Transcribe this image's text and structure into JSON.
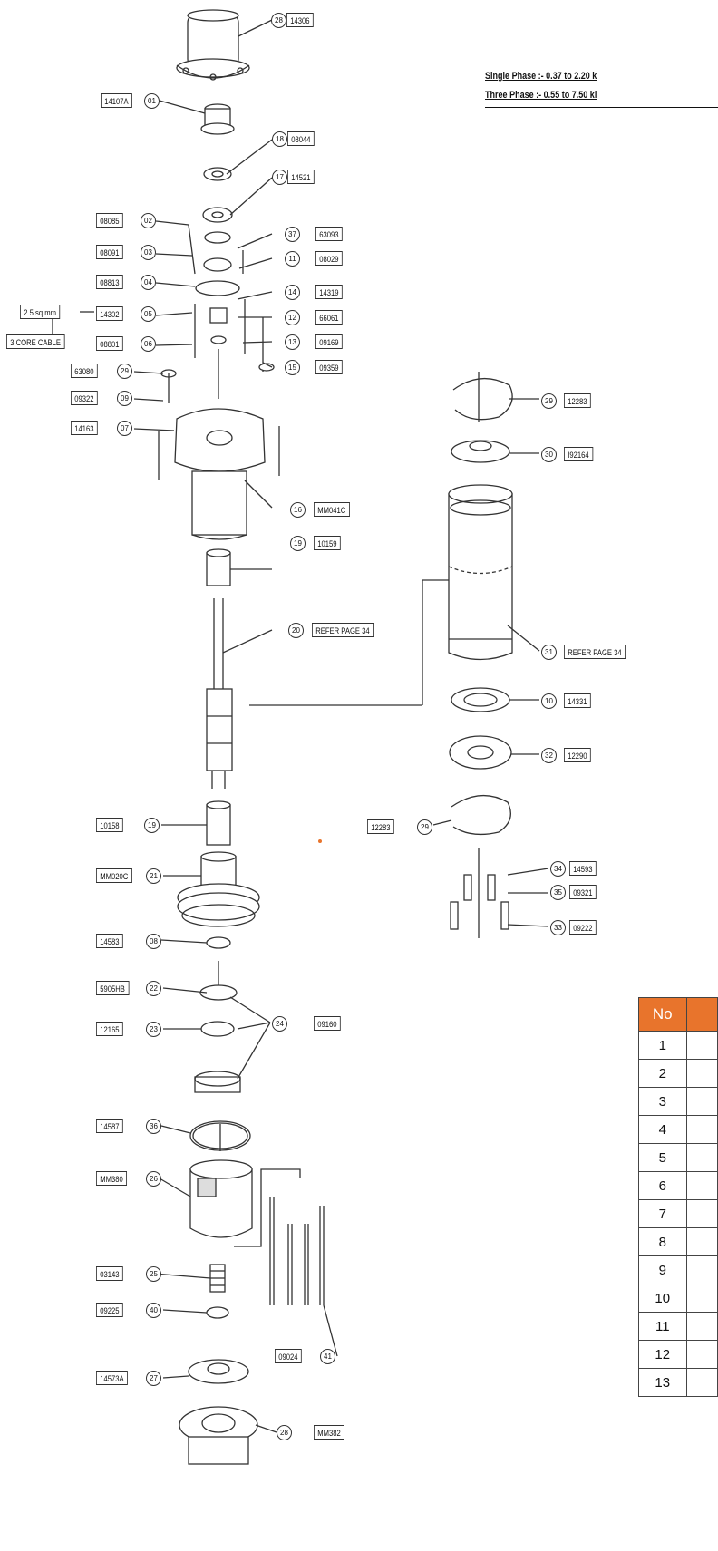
{
  "header": {
    "single_phase": "Single Phase :- 0.37 to 2.20 k",
    "three_phase": "Three Phase :- 0.55 to 7.50 kl"
  },
  "labels": [
    {
      "name": "code-14306",
      "code": "14306"
    },
    {
      "name": "code-14107a",
      "code": "14107A"
    },
    {
      "name": "code-08044",
      "code": "08044"
    },
    {
      "name": "code-14521",
      "code": "14521"
    },
    {
      "name": "code-08085",
      "code": "08085"
    },
    {
      "name": "code-08091",
      "code": "08091"
    },
    {
      "name": "code-08813",
      "code": "08813"
    },
    {
      "name": "cable-size",
      "code": "2.5 sq mm"
    },
    {
      "name": "code-14302",
      "code": "14302"
    },
    {
      "name": "cable-type",
      "code": "3 CORE CABLE"
    },
    {
      "name": "code-08801",
      "code": "08801"
    },
    {
      "name": "code-63080",
      "code": "63080"
    },
    {
      "name": "code-09322",
      "code": "09322"
    },
    {
      "name": "code-14163",
      "code": "14163"
    },
    {
      "name": "code-63093",
      "code": "63093"
    },
    {
      "name": "code-08029",
      "code": "08029"
    },
    {
      "name": "code-14319",
      "code": "14319"
    },
    {
      "name": "code-66061",
      "code": "66061"
    },
    {
      "name": "code-09169",
      "code": "09169"
    },
    {
      "name": "code-09359",
      "code": "09359"
    },
    {
      "name": "code-mm041c",
      "code": "MM041C"
    },
    {
      "name": "code-10159",
      "code": "10159"
    },
    {
      "name": "refer-page-34-a",
      "code": "REFER PAGE 34"
    },
    {
      "name": "code-12283-top",
      "code": "12283"
    },
    {
      "name": "code-i92164",
      "code": "I92164"
    },
    {
      "name": "refer-page-34-b",
      "code": "REFER PAGE 34"
    },
    {
      "name": "code-14331",
      "code": "14331"
    },
    {
      "name": "code-12290",
      "code": "12290"
    },
    {
      "name": "code-12283-bottom",
      "code": "12283"
    },
    {
      "name": "code-14593",
      "code": "14593"
    },
    {
      "name": "code-09321",
      "code": "09321"
    },
    {
      "name": "code-09222",
      "code": "09222"
    },
    {
      "name": "code-10158",
      "code": "10158"
    },
    {
      "name": "code-mm020c",
      "code": "MM020C"
    },
    {
      "name": "code-14583",
      "code": "14583"
    },
    {
      "name": "code-5905hb",
      "code": "5905HB"
    },
    {
      "name": "code-12165",
      "code": "12165"
    },
    {
      "name": "code-09160",
      "code": "09160"
    },
    {
      "name": "code-14587",
      "code": "14587"
    },
    {
      "name": "code-mm380",
      "code": "MM380"
    },
    {
      "name": "code-03143",
      "code": "03143"
    },
    {
      "name": "code-09225",
      "code": "09225"
    },
    {
      "name": "code-09024",
      "code": "09024"
    },
    {
      "name": "code-14573a",
      "code": "14573A"
    },
    {
      "name": "code-mm382",
      "code": "MM382"
    }
  ],
  "callouts": [
    "28",
    "01",
    "18",
    "17",
    "02",
    "03",
    "04",
    "05",
    "06",
    "29",
    "09",
    "07",
    "37",
    "11",
    "14",
    "12",
    "13",
    "15",
    "16",
    "19",
    "20",
    "29",
    "30",
    "31",
    "10",
    "32",
    "29",
    "34",
    "35",
    "33",
    "19",
    "21",
    "08",
    "22",
    "23",
    "24",
    "36",
    "26",
    "25",
    "40",
    "41",
    "27",
    "28"
  ],
  "table": {
    "header": "No",
    "rows": [
      "1",
      "2",
      "3",
      "4",
      "5",
      "6",
      "7",
      "8",
      "9",
      "10",
      "11",
      "12",
      "13"
    ]
  },
  "colors": {
    "table_header": "#e8742c",
    "ink": "#333333"
  }
}
